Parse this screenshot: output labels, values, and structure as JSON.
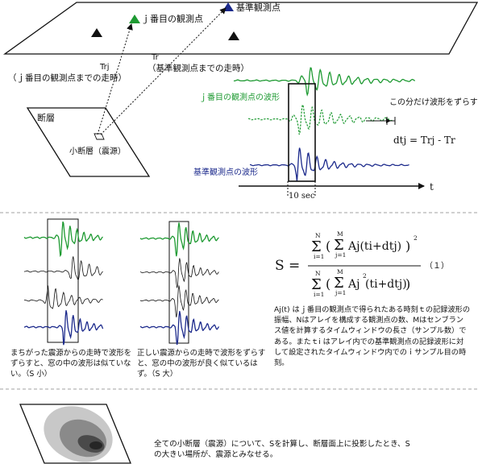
{
  "top": {
    "station_j_label": "ｊ番目の観測点",
    "ref_station_label": "基準観測点",
    "trj_label": "Trj",
    "trj_desc": "（ｊ番目の観測点までの走時）",
    "tr_label": "Tr",
    "tr_desc": "（基準観測点までの走時）",
    "fault_label": "断層",
    "subfault_label": "小断層（震源）",
    "wave_j_label": "ｊ番目の観測点の波形",
    "wave_ref_label": "基準観測点の波形",
    "shift_note": "この分だけ波形をずらす",
    "shift_formula": "dtj = Trj - Tr",
    "window_label": "10 sec",
    "time_axis": "t"
  },
  "middle": {
    "wrong_caption": "まちがった震源からの走時で波形をずらすと、窓の中の波形は似ていない。（S 小）",
    "right_caption": "正しい震源からの走時で波形をずらすと、窓の中の波形が良く似ているはず。（S 大）",
    "formula": {
      "lhs": "S =",
      "sum": "Σ",
      "N": "N",
      "M": "M",
      "i1": "i=1",
      "j1": "j=1",
      "num_body": "Aj(ti+dtj)",
      "sq": "2",
      "den_body_a": "Aj",
      "den_body_b": "(ti+dtj)",
      "lparen": "(",
      "rparen": ")",
      "number": "（１）"
    },
    "explanation": "Aj(t) はｊ番目の観測点で得られたある時刻ｔの記録波形の振幅、Nはアレイを構成する観測点の数、Mはセンブランス値を計算するタイムウィンドウの長さ（サンプル数）である。またｔi はアレイ内での基準観測点の記録波形に対して設定されたタイムウィンドウ内でのｉサンプル目の時刻。"
  },
  "bottom": {
    "caption": "全ての小断層（震源）について、Sを計算し、断層面上に投影したとき、Sの大きい場所が、震源とみなせる。"
  },
  "colors": {
    "green": "#1e9a32",
    "blue": "#1c2a8c",
    "gray_light": "#c8c8c8",
    "gray_mid": "#8a8a8a",
    "gray_dark": "#4a4a4a"
  }
}
